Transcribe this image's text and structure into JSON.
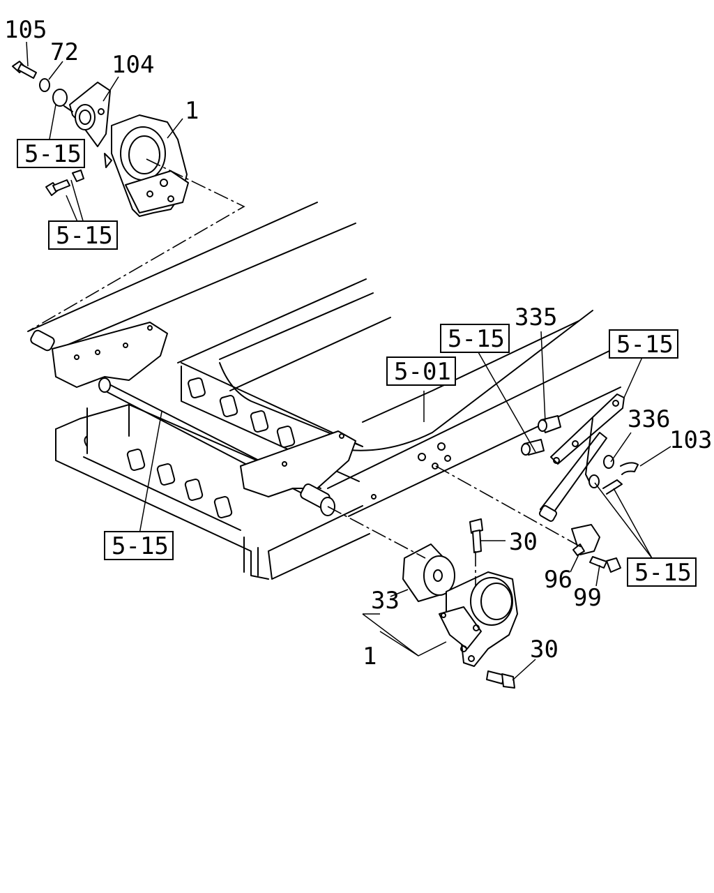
{
  "callouts": {
    "c105": "105",
    "c72": "72",
    "c104": "104",
    "c1_top": "1",
    "c335": "335",
    "c336": "336",
    "c103": "103",
    "c30_upper": "30",
    "c96": "96",
    "c99": "99",
    "c33": "33",
    "c1_bottom": "1",
    "c30_lower": "30"
  },
  "references": {
    "ref_top_left": "5-15",
    "ref_top_left_lower": "5-15",
    "ref_frame": "5-01",
    "ref_link_left": "5-15",
    "ref_link_right": "5-15",
    "ref_crossmember": "5-15",
    "ref_bottom_right": "5-15"
  }
}
